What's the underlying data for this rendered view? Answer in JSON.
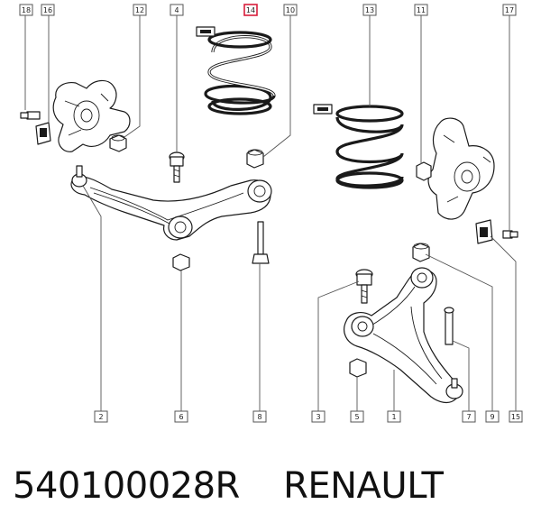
{
  "callouts": [
    {
      "id": "c18",
      "label": "18"
    },
    {
      "id": "c16",
      "label": "16"
    },
    {
      "id": "c12",
      "label": "12"
    },
    {
      "id": "c4",
      "label": "4"
    },
    {
      "id": "c14",
      "label": "14"
    },
    {
      "id": "c10",
      "label": "10"
    },
    {
      "id": "c13",
      "label": "13"
    },
    {
      "id": "c11",
      "label": "11"
    },
    {
      "id": "c17",
      "label": "17"
    },
    {
      "id": "c2",
      "label": "2"
    },
    {
      "id": "c6",
      "label": "6"
    },
    {
      "id": "c8",
      "label": "8"
    },
    {
      "id": "c3",
      "label": "3"
    },
    {
      "id": "c5",
      "label": "5"
    },
    {
      "id": "c1",
      "label": "1"
    },
    {
      "id": "c7",
      "label": "7"
    },
    {
      "id": "c9",
      "label": "9"
    },
    {
      "id": "c15",
      "label": "15"
    }
  ],
  "highlight_callout": "14",
  "highlight_color": "#d81e3c",
  "caption": {
    "part_number": "540100028R",
    "brand": "RENAULT"
  }
}
